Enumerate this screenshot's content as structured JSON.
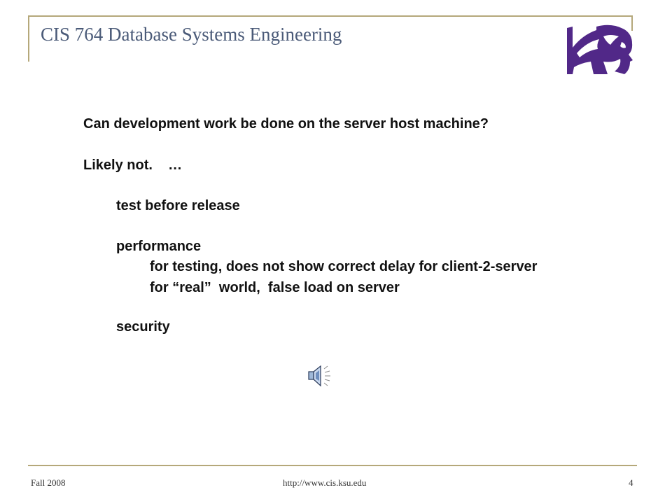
{
  "slide": {
    "title": "CIS 764 Database Systems Engineering",
    "logo_icon": "kstate-wildcat-logo",
    "accent_color": "#b5a87a",
    "title_color": "#4a5a78",
    "logo_color": "#512888"
  },
  "content": {
    "question": "Can development work be done on the server host machine?",
    "answer": "Likely not.    …",
    "point_test": "test before release",
    "point_performance": "performance",
    "perf_sub_1": "for testing, does not show correct delay for client-2-server",
    "perf_sub_2": "for “real”  world,  false load on server",
    "point_security": "security"
  },
  "audio_icon": "speaker-icon",
  "footer": {
    "date": "Fall 2008",
    "url": "http://www.cis.ksu.edu",
    "page_number": "4"
  }
}
